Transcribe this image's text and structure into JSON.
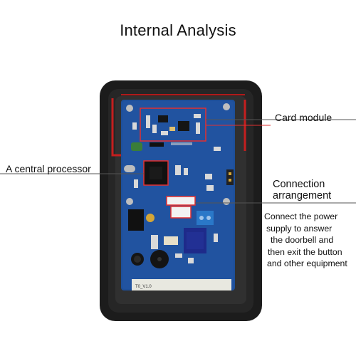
{
  "title": "Internal Analysis",
  "labels": {
    "card_module": "Card module",
    "central_processor": "A central processor",
    "connection_line1": "Connection",
    "connection_line2": "arrangement"
  },
  "description": {
    "line1": "Connect the power",
    "line2": "supply to answer",
    "line3": "the doorbell and",
    "line4": "then exit the button",
    "line5": "and other equipment"
  },
  "pcb_text": {
    "bottom_label": "T0_V1.0"
  },
  "colors": {
    "case": "#1c1c1c",
    "pcb": "#1d4f9a",
    "highlight": "#e23030",
    "terminal": "#2a78c8"
  }
}
